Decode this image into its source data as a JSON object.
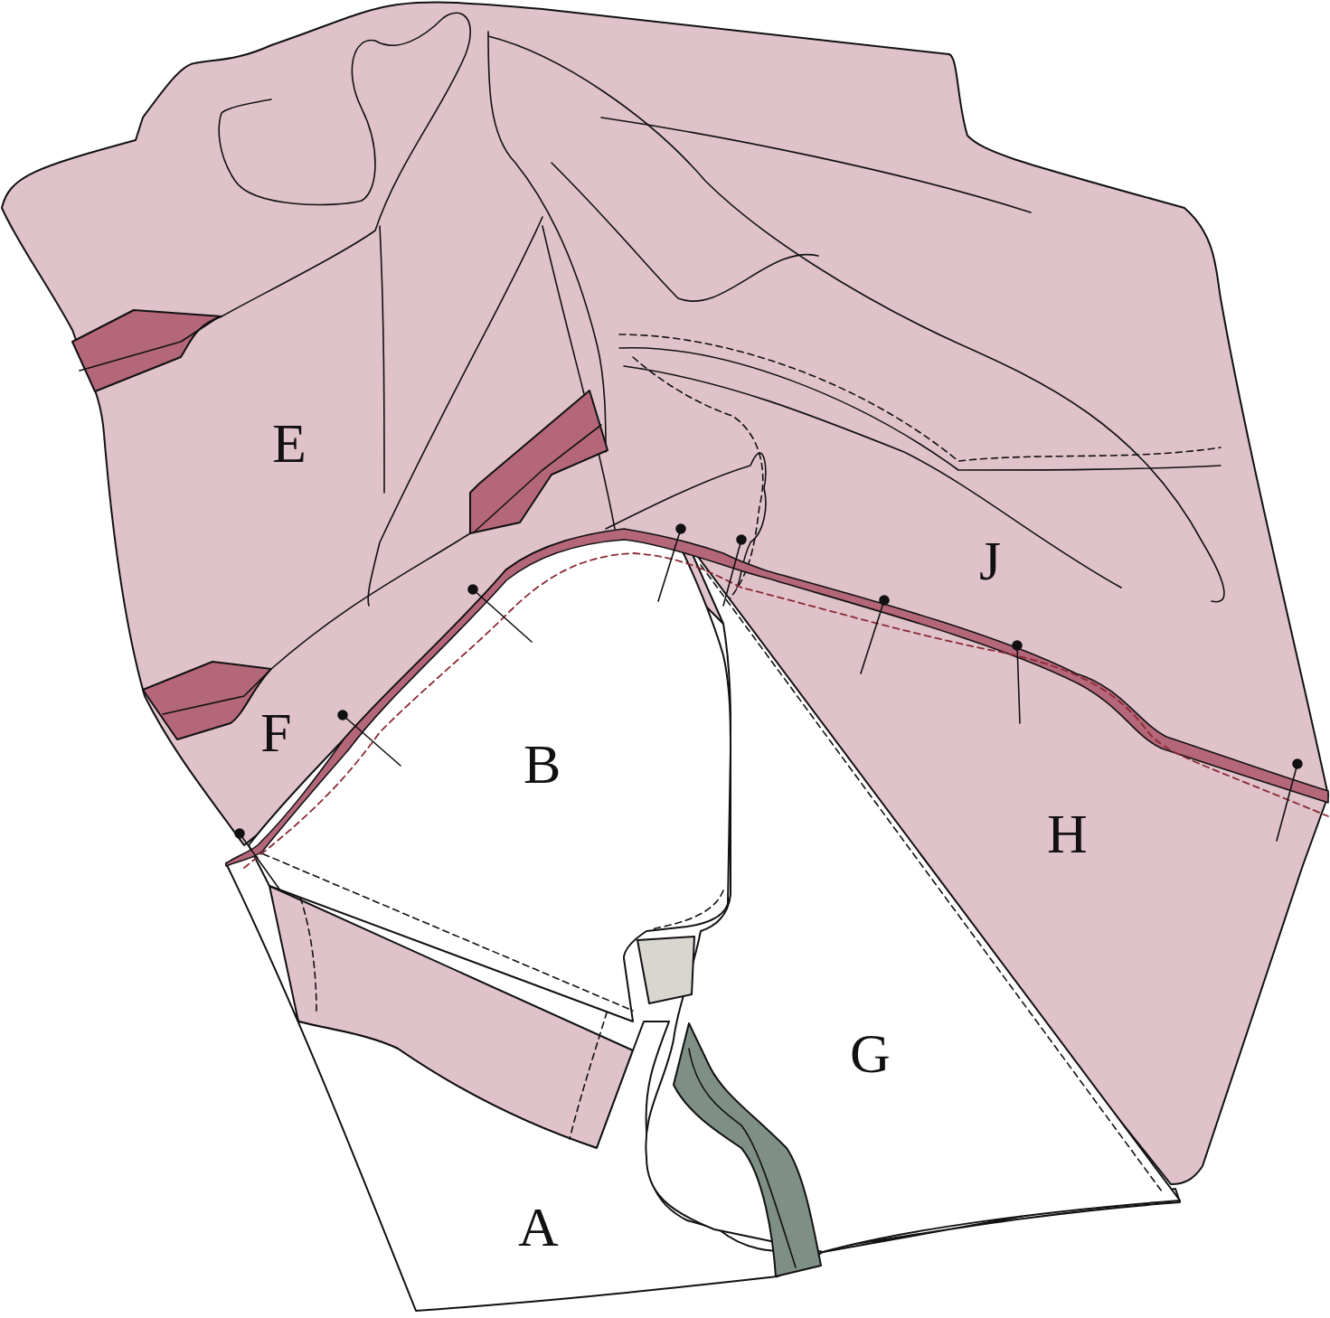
{
  "diagram": {
    "labels": [
      "E",
      "J",
      "F",
      "B",
      "H",
      "G",
      "A"
    ]
  }
}
